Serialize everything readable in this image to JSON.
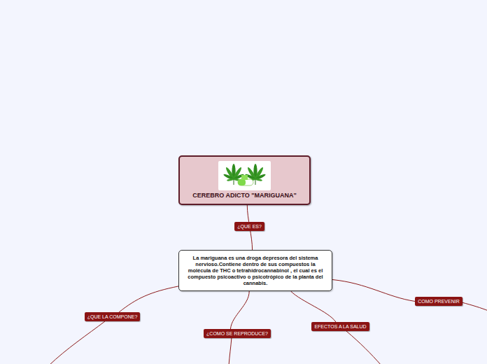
{
  "diagram": {
    "nodes": [
      {
        "text": [
          "CEREBRO ADICTO \"MARIGUANA\""
        ]
      },
      {
        "text": [
          "La mariguana es una droga depresora del sistema nervioso.Contiene dentro de sus compuestos la molécula de THC o tetrahidrocannabinol , el cual es el compuesto psicoactivo o psicotrópico de la planta del cannabis."
        ]
      },
      {
        "text": [
          "¿QUE LA COMPONE?"
        ]
      },
      {
        "text": [
          "¿COMO SE REPRODUCE?"
        ]
      },
      {
        "text": [
          "EFECTOS A LA SALUD"
        ]
      },
      {
        "text": [
          "COMO PREVENIR"
        ]
      }
    ],
    "edges": [
      {
        "from": 0,
        "to": 1,
        "label": "¿QUE ES?",
        "arrow": "none"
      },
      {
        "from": 1,
        "to": 2,
        "arrow": "none"
      },
      {
        "from": 1,
        "to": 3,
        "arrow": "none"
      },
      {
        "from": 1,
        "to": 4,
        "arrow": "none"
      },
      {
        "from": 1,
        "to": 5,
        "arrow": "none"
      }
    ]
  }
}
